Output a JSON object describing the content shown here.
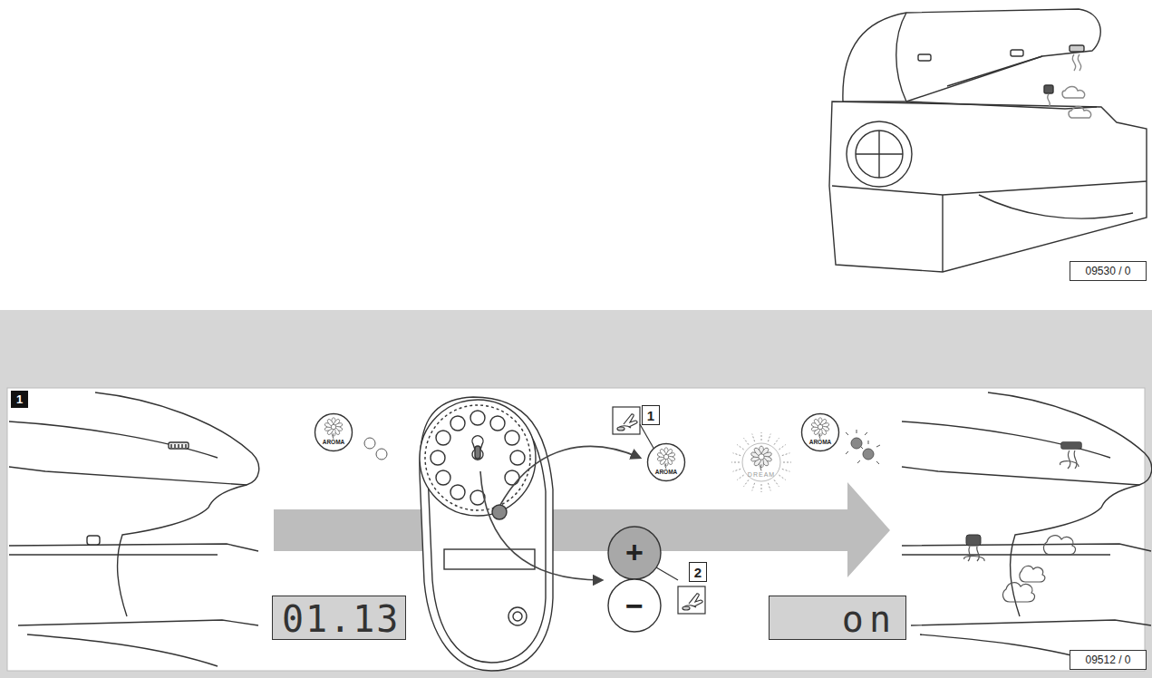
{
  "diagram": {
    "nodes": [
      {
        "text": [
          "09530 / 0"
        ]
      },
      {
        "text": [
          "1"
        ]
      },
      {
        "text": [
          "AROMA"
        ]
      },
      {
        "text": [
          "01.13"
        ]
      },
      {
        "text": [
          "1"
        ]
      },
      {
        "text": [
          "AROMA"
        ]
      },
      {
        "text": [
          "DREAM"
        ]
      },
      {
        "text": [
          "AROMA"
        ]
      },
      {
        "text": [
          "+",
          "−"
        ]
      },
      {
        "text": [
          "2"
        ]
      },
      {
        "text": [
          "on"
        ]
      },
      {
        "text": [
          "09512 / 0"
        ]
      }
    ]
  }
}
